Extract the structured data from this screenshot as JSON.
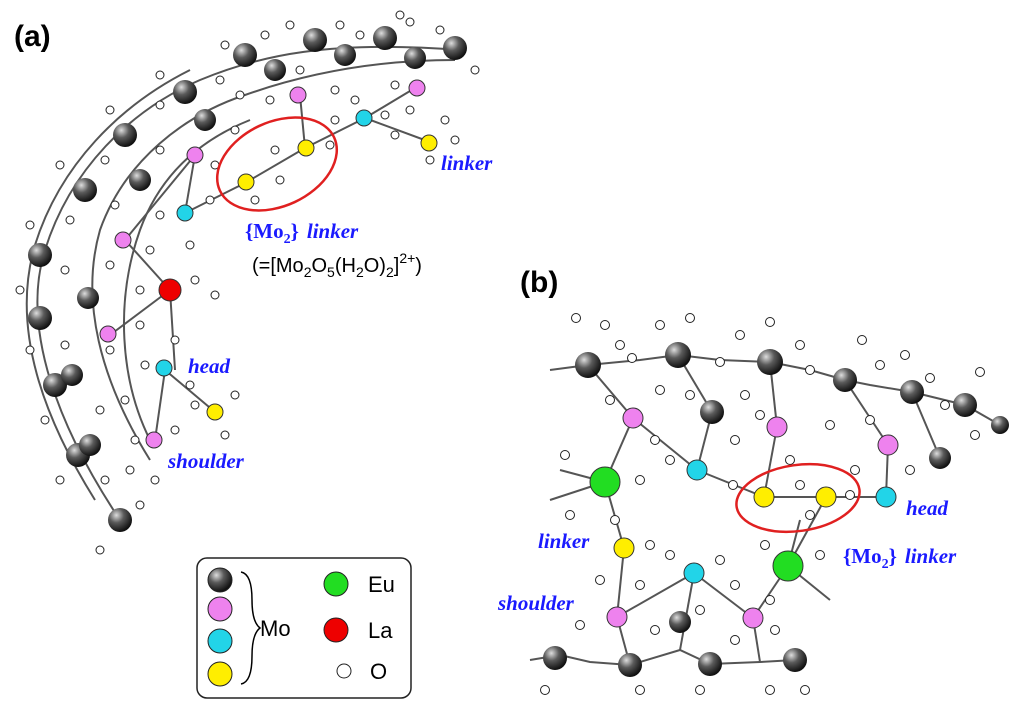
{
  "panel_a": {
    "label": "(a)",
    "linker_label": "linker",
    "mo2_prefix": "{Mo",
    "mo2_sub": "2",
    "mo2_suffix": "}",
    "mo2_linker_word": "linker",
    "formula_parts": [
      "(=[Mo",
      "2",
      "O",
      "5",
      "(H",
      "2",
      "O)",
      "2",
      "]",
      "2+",
      ")"
    ],
    "head_label": "head",
    "shoulder_label": "shoulder"
  },
  "panel_b": {
    "label": "(b)",
    "head_label": "head",
    "linker_label": "linker",
    "shoulder_label": "shoulder",
    "mo2_prefix": "{Mo",
    "mo2_sub": "2",
    "mo2_suffix": "}",
    "mo2_linker_word": "linker"
  },
  "legend": {
    "mo_label": "Mo",
    "eu_label": "Eu",
    "la_label": "La",
    "o_label": "O"
  },
  "colors": {
    "mo_gray": "#4a4a4a",
    "mo_pink": "#ee82ee",
    "mo_cyan": "#22d4e8",
    "mo_yellow": "#ffee00",
    "eu_green": "#22dd22",
    "la_red": "#ee0000",
    "o_white": "#ffffff",
    "highlight_red": "#e02020",
    "label_blue": "#1a1aff"
  }
}
